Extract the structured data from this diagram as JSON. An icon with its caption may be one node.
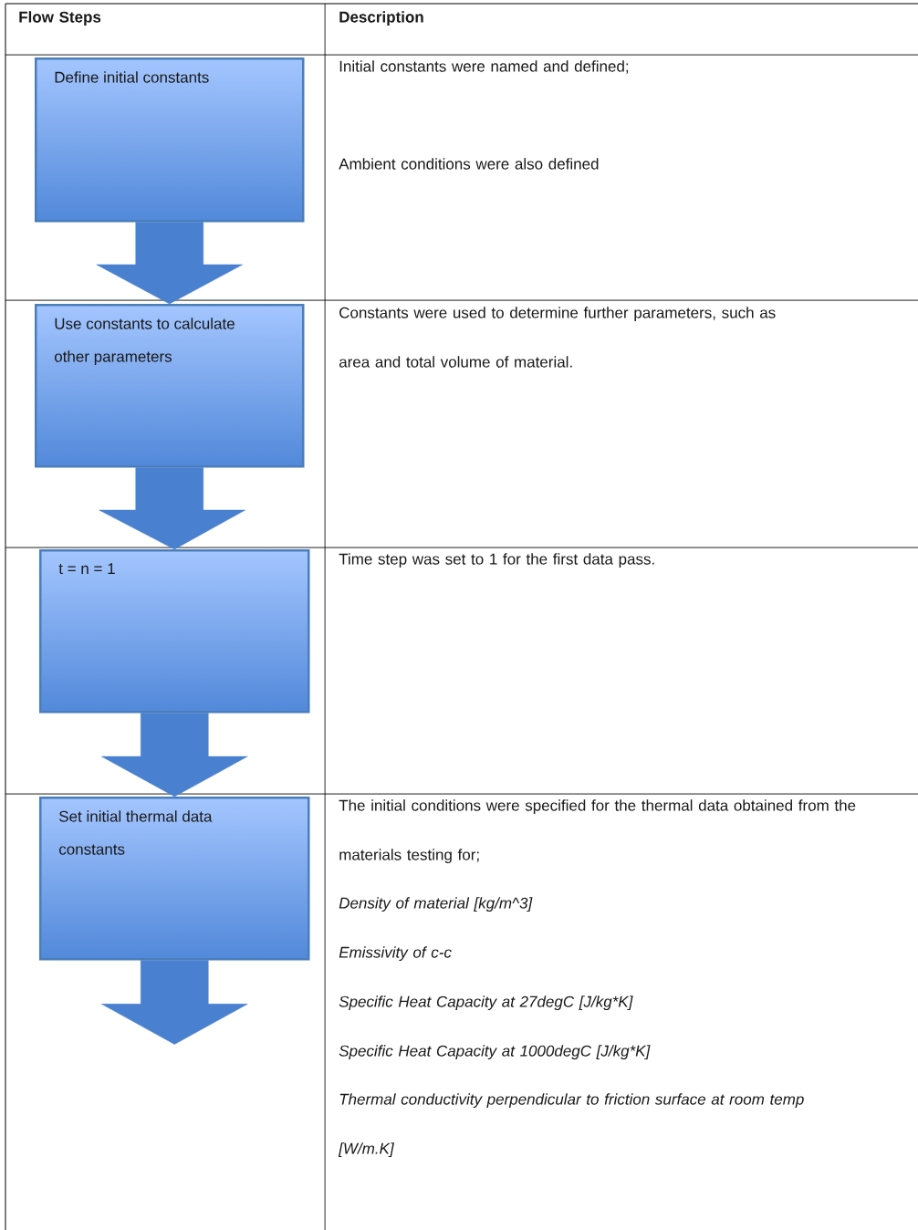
{
  "diagram": {
    "nodes": [
      {
        "text": [
          "Define initial constants"
        ]
      },
      {
        "text": [
          "Use constants to calculate other parameters"
        ]
      },
      {
        "text": [
          "t = n = 1"
        ]
      },
      {
        "text": [
          "Set initial thermal data constants"
        ]
      }
    ],
    "edges": [
      {
        "from": 0,
        "to": 1,
        "arrow": "to"
      },
      {
        "from": 1,
        "to": 2,
        "arrow": "to"
      },
      {
        "from": 2,
        "to": 3,
        "arrow": "to"
      },
      {
        "from": 3,
        "to": null,
        "arrow": "to"
      }
    ],
    "labels": [
      "Flow Steps",
      "Description",
      "Initial constants were named and defined;",
      "Ambient conditions were also defined",
      "Constants were used to determine further parameters, such as area and total volume of material.",
      "Time step was set to 1 for the first data pass.",
      "The initial conditions were specified for the thermal data obtained from the materials testing for;",
      "Density of material [kg/m^3]",
      "Emissivity of c-c",
      "Specific Heat Capacity at 27degC [J/kg*K]",
      "Specific Heat Capacity at 1000degC [J/kg*K]",
      "Thermal conductivity perpendicular to friction surface at room temp [W/m.K]"
    ]
  }
}
